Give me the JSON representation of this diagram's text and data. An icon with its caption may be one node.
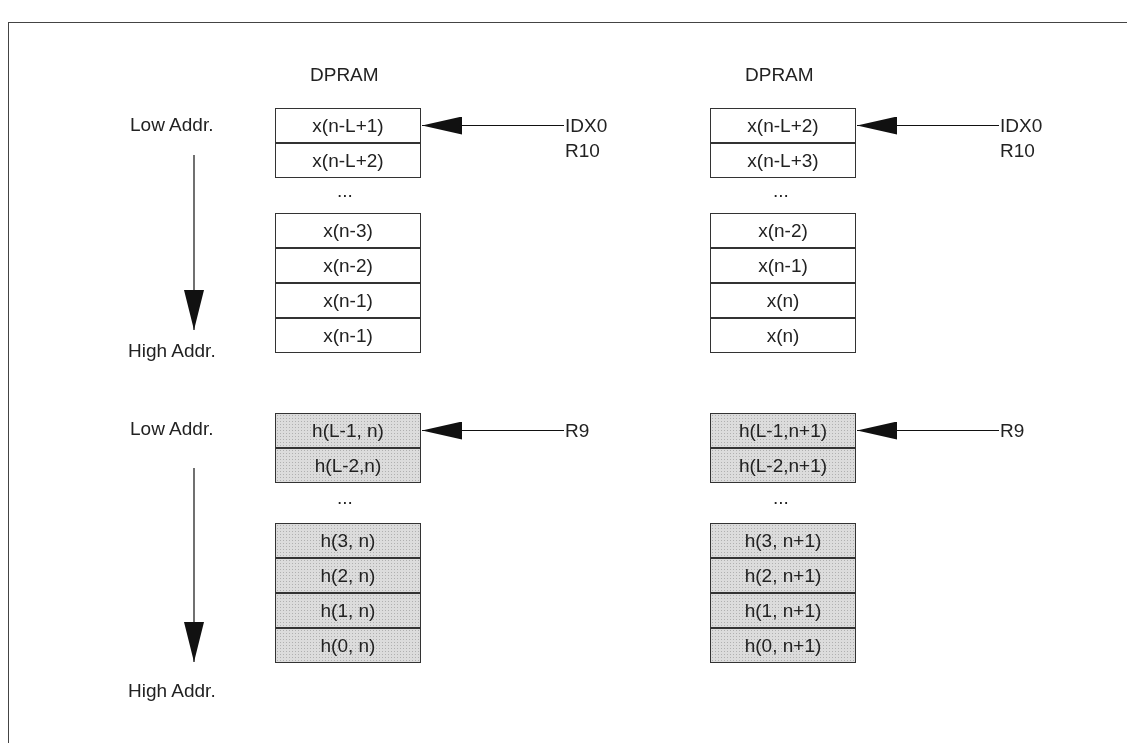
{
  "diagram": {
    "nodes": [
      {
        "text": [
          "x(n-L+1)"
        ]
      },
      {
        "text": [
          "x(n-L+2)"
        ]
      },
      {
        "text": [
          "x(n-3)"
        ]
      },
      {
        "text": [
          "x(n-2)"
        ]
      },
      {
        "text": [
          "x(n-1)"
        ]
      },
      {
        "text": [
          "x(n-1)"
        ]
      },
      {
        "text": [
          "IDX0",
          "R10"
        ]
      },
      {
        "text": [
          "x(n-L+2)"
        ]
      },
      {
        "text": [
          "x(n-L+3)"
        ]
      },
      {
        "text": [
          "x(n-2)"
        ]
      },
      {
        "text": [
          "x(n-1)"
        ]
      },
      {
        "text": [
          "x(n)"
        ]
      },
      {
        "text": [
          "x(n)"
        ]
      },
      {
        "text": [
          "IDX0",
          "R10"
        ]
      },
      {
        "text": [
          "h(L-1, n)"
        ]
      },
      {
        "text": [
          "h(L-2,n)"
        ]
      },
      {
        "text": [
          "h(3, n)"
        ]
      },
      {
        "text": [
          "h(2, n)"
        ]
      },
      {
        "text": [
          "h(1, n)"
        ]
      },
      {
        "text": [
          "h(0, n)"
        ]
      },
      {
        "text": [
          "R9"
        ]
      },
      {
        "text": [
          "h(L-1,n+1)"
        ]
      },
      {
        "text": [
          "h(L-2,n+1)"
        ]
      },
      {
        "text": [
          "h(3, n+1)"
        ]
      },
      {
        "text": [
          "h(2, n+1)"
        ]
      },
      {
        "text": [
          "h(1, n+1)"
        ]
      },
      {
        "text": [
          "h(0, n+1)"
        ]
      },
      {
        "text": [
          "R9"
        ]
      }
    ],
    "edges": [
      {
        "from": 6,
        "to": 0,
        "arrow": "to"
      },
      {
        "from": 13,
        "to": 7,
        "arrow": "to"
      },
      {
        "from": 20,
        "to": 14,
        "arrow": "to"
      },
      {
        "from": 27,
        "to": 21,
        "arrow": "to"
      }
    ],
    "labels": [
      "DPRAM",
      "DPRAM",
      "Low Addr.",
      "...",
      "...",
      "High Addr.",
      "Low Addr.",
      "...",
      "...",
      "High Addr."
    ]
  }
}
